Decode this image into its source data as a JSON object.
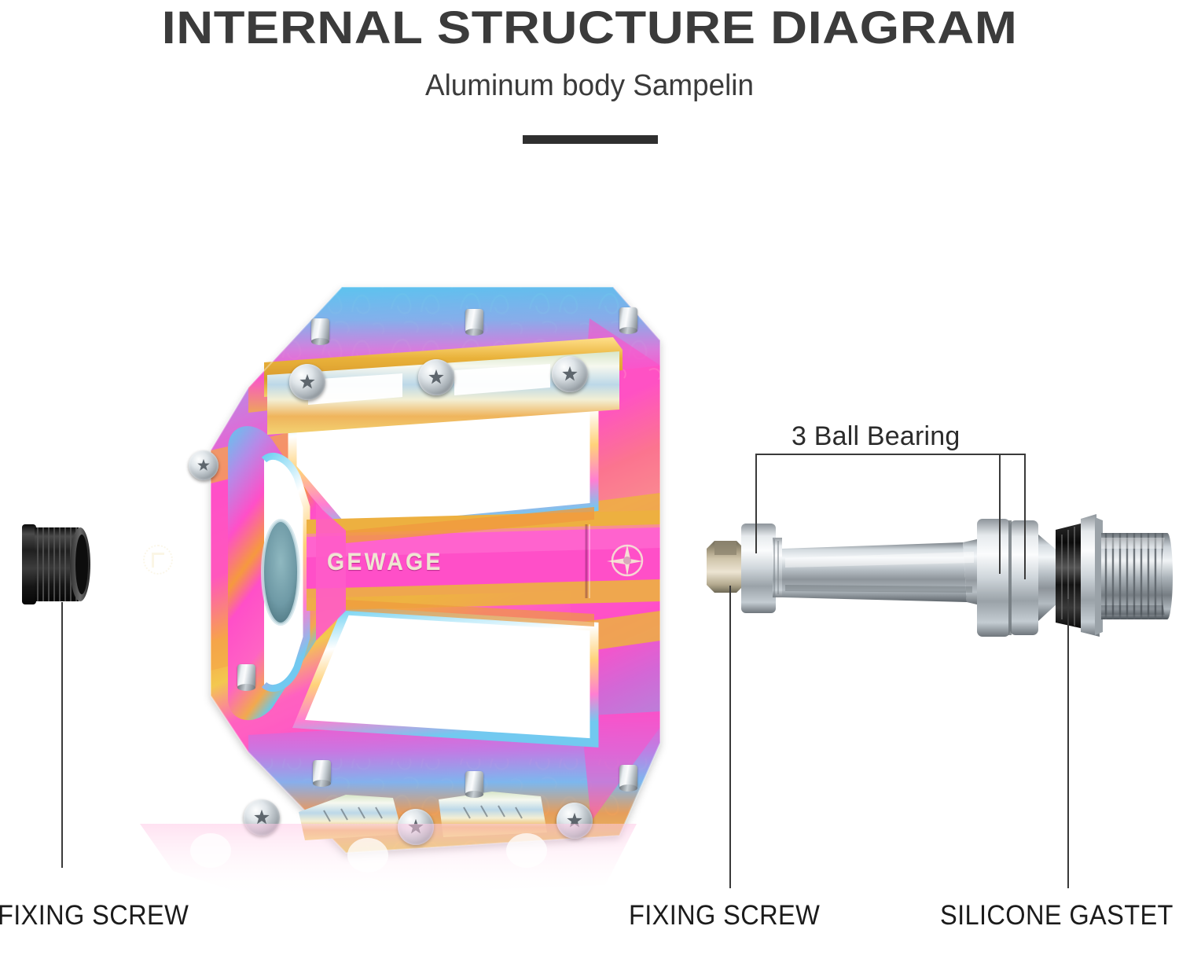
{
  "header": {
    "title": "INTERNAL STRUCTURE DIAGRAM",
    "subtitle": "Aluminum body Sampelin"
  },
  "pedal": {
    "brand_text": "GEWAGE",
    "brand_emblem_name": "gewage-star-emblem",
    "side_badge_name": "f-badge-emblem",
    "pin_count_top": 3,
    "pin_count_bottom": 3,
    "screw_count_top": 3,
    "screw_count_bottom": 3,
    "finish": "oil-slick anodized"
  },
  "annotations": {
    "bearing_label": "3 Ball Bearing",
    "callouts": [
      {
        "id": "fixing-screw-left",
        "label": "FIXING SCREW"
      },
      {
        "id": "fixing-screw-center",
        "label": "FIXING SCREW"
      },
      {
        "id": "silicone-gasket",
        "label": "SILICONE GASTET"
      }
    ]
  },
  "colors": {
    "title_text": "#3b3b3b",
    "caption_text": "#1b1b1b",
    "leader_line": "#3a3a3a",
    "divider": "#2f2f2f",
    "anodized_pink": "#ff4fc8",
    "anodized_cyan": "#56c8f0",
    "anodized_gold": "#f0b53c",
    "anodized_violet": "#9a7ae0",
    "brand_engraving": "#efe6d2",
    "steel_light": "#e6eaed",
    "steel_dark": "#6f767c",
    "brass_nut": "#cfc4aa",
    "gasket_black": "#1a1a1a",
    "screw_sleeve_black": "#111111",
    "background": "#ffffff"
  }
}
